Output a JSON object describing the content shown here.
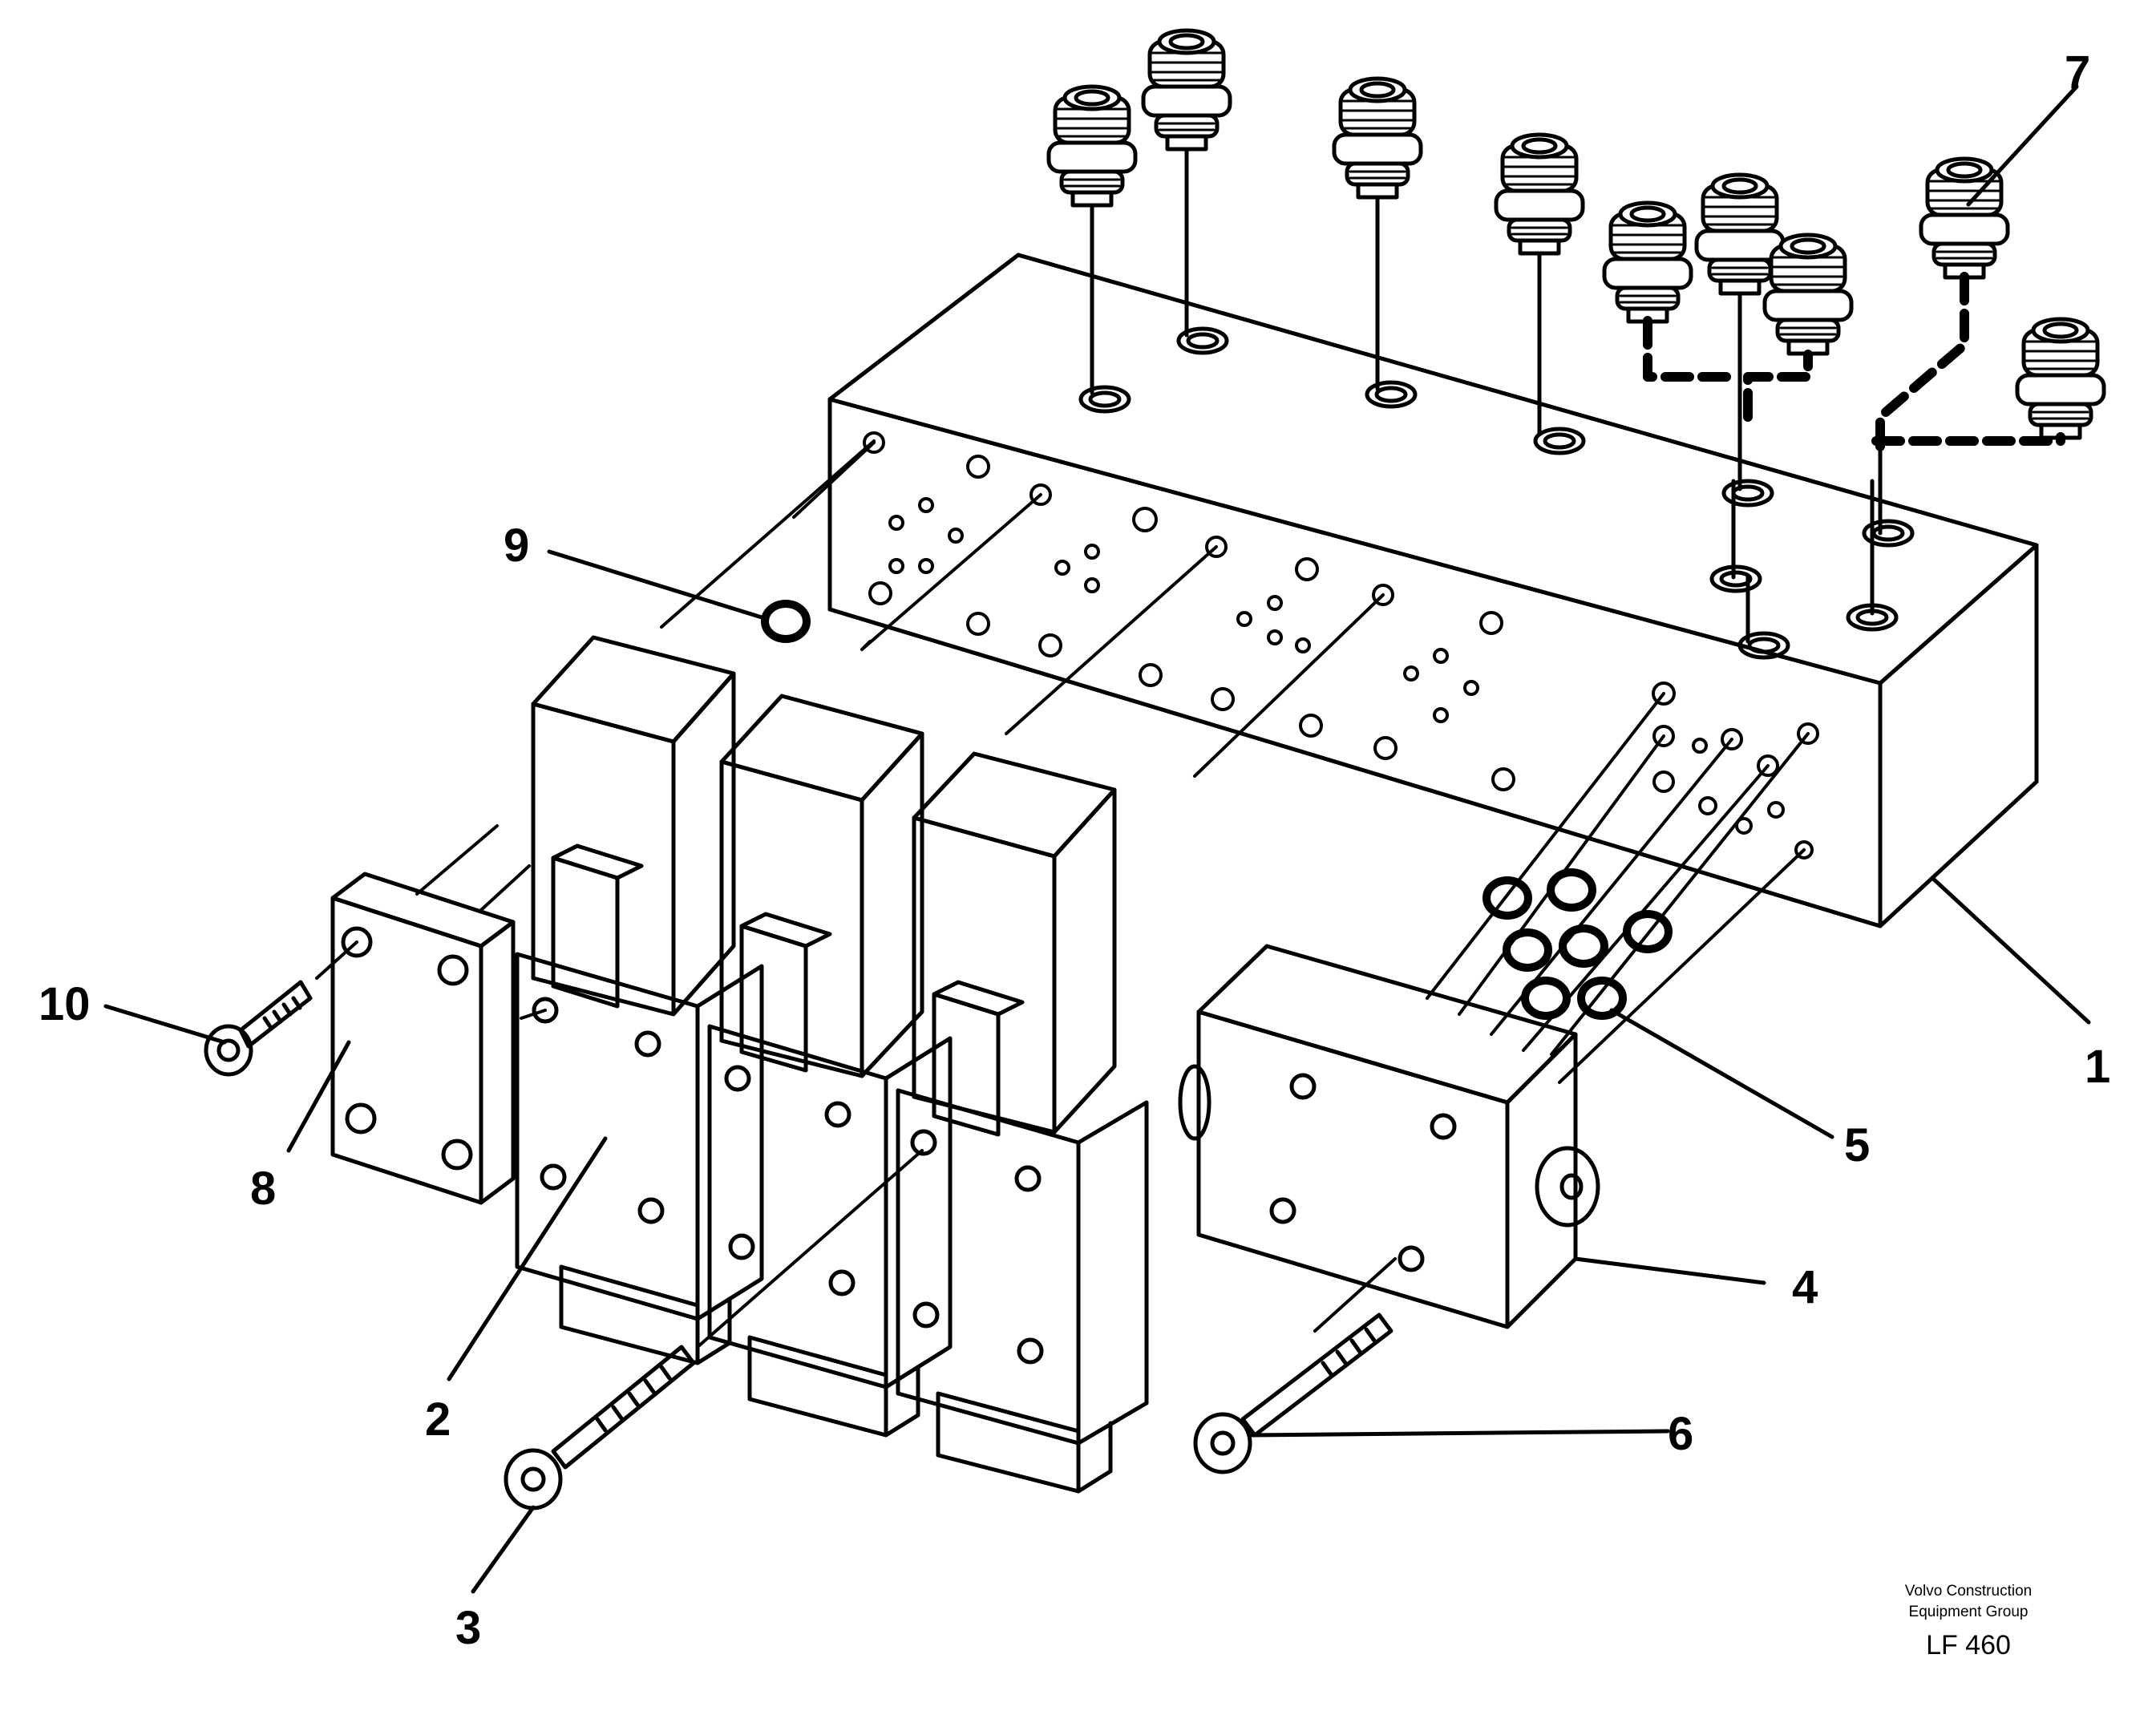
{
  "callouts": [
    {
      "id": "1",
      "label": "1"
    },
    {
      "id": "2",
      "label": "2"
    },
    {
      "id": "3",
      "label": "3"
    },
    {
      "id": "4",
      "label": "4"
    },
    {
      "id": "5",
      "label": "5"
    },
    {
      "id": "6",
      "label": "6"
    },
    {
      "id": "7",
      "label": "7"
    },
    {
      "id": "8",
      "label": "8"
    },
    {
      "id": "9",
      "label": "9"
    },
    {
      "id": "10",
      "label": "10"
    }
  ],
  "credit": {
    "line1": "Volvo Construction",
    "line2": "Equipment Group",
    "code": "LF 460"
  },
  "colors": {
    "ink": "#000000",
    "paper": "#ffffff"
  }
}
